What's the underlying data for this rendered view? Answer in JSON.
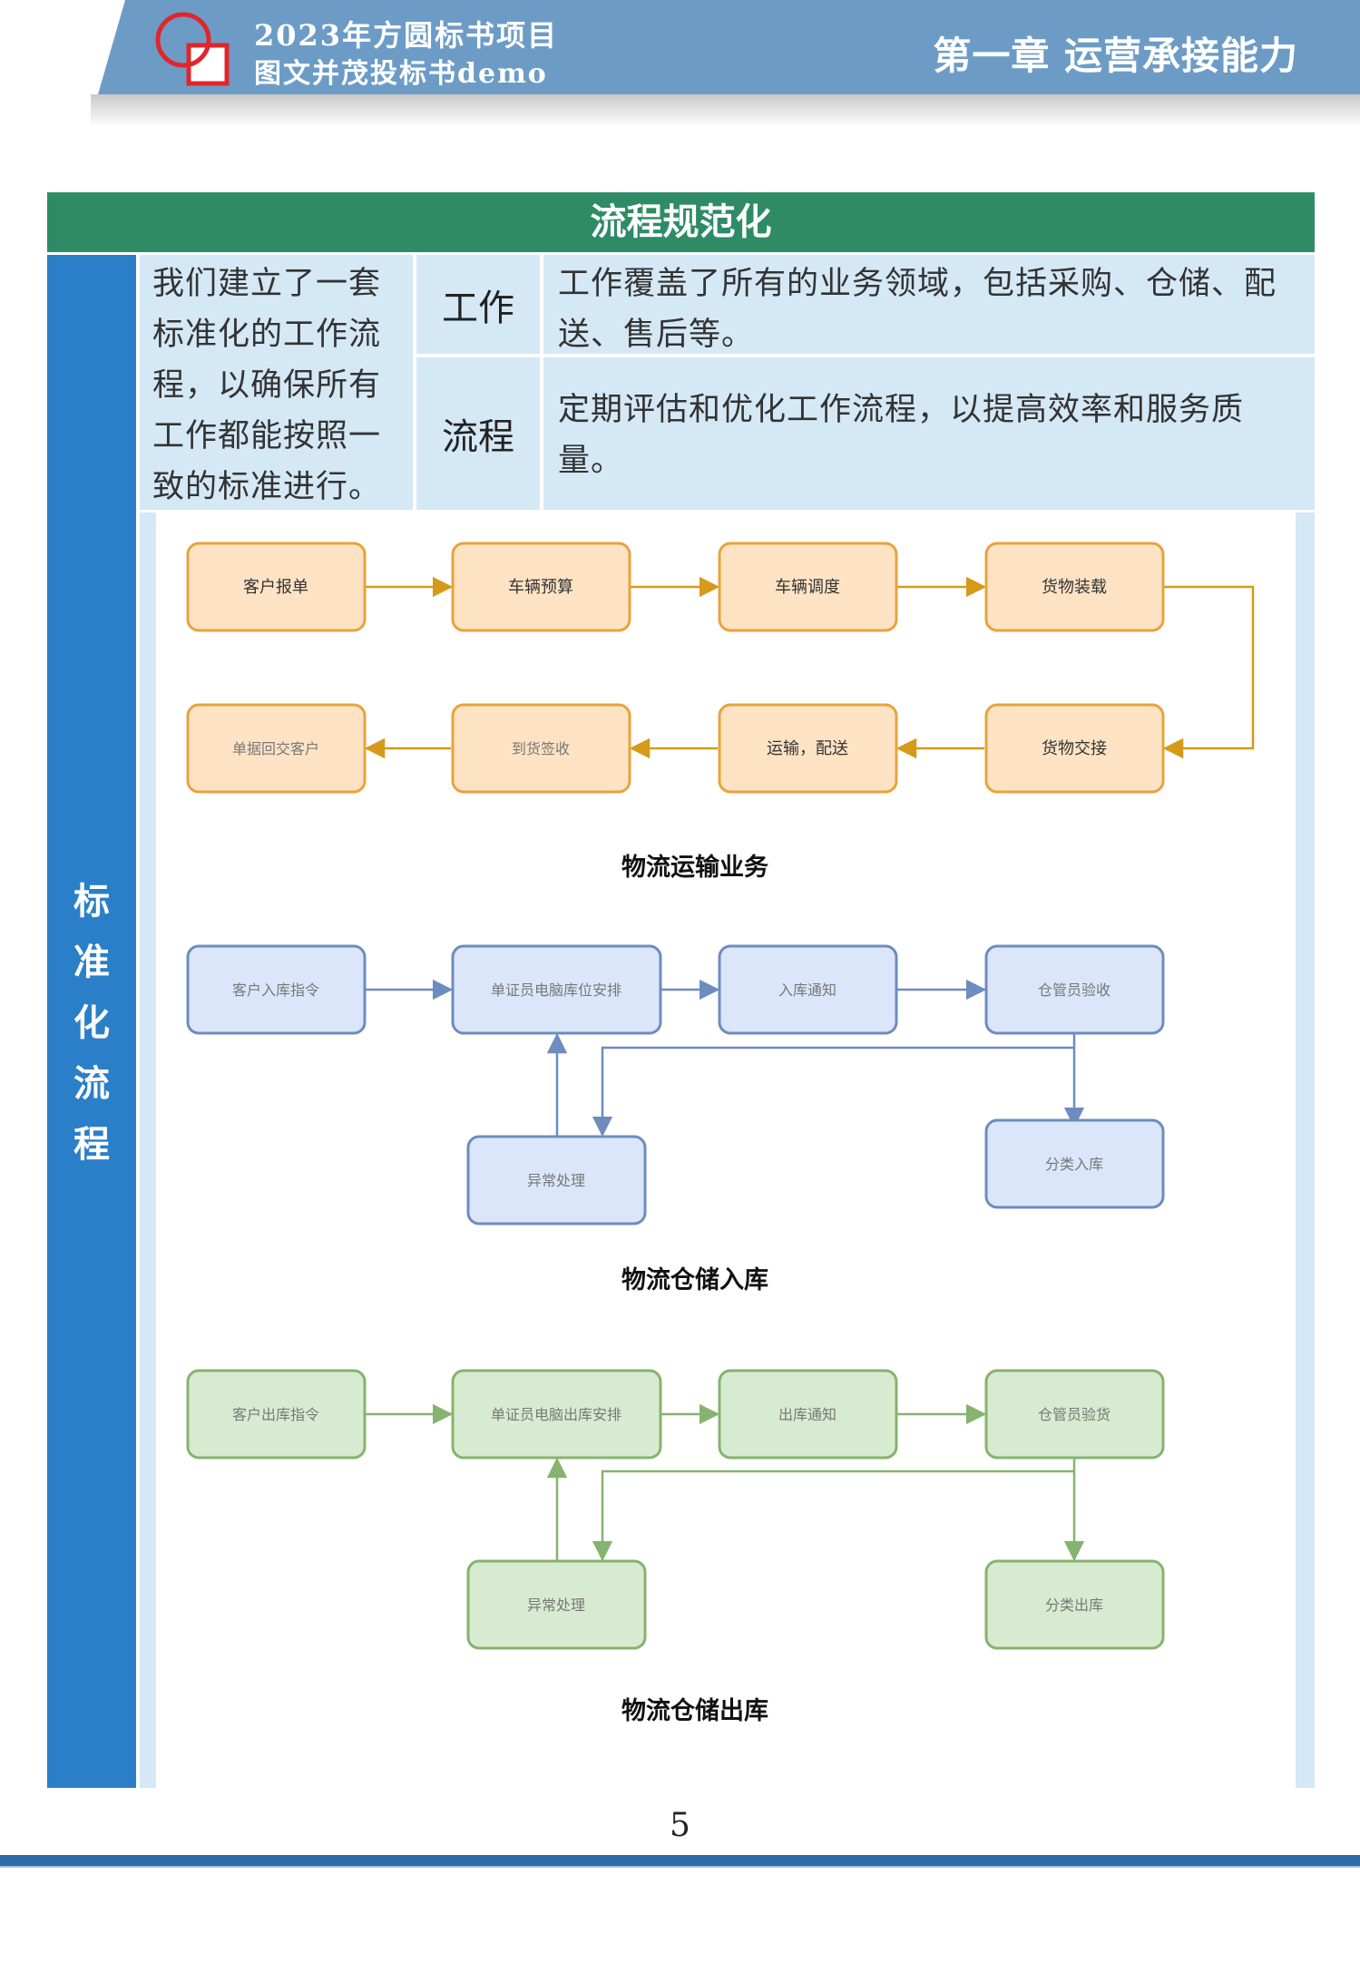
{
  "header": {
    "line1": "2023年方圆标书项目",
    "line2": "图文并茂投标书demo",
    "chapter": "第一章  运营承接能力"
  },
  "section": {
    "title": "流程规范化",
    "side_label": "标准化流程",
    "intro": "我们建立了一套标准化的工作流程，以确保所有工作都能按照一致的标准进行。",
    "rows": [
      {
        "label": "工作",
        "text": "工作覆盖了所有的业务领域，包括采购、仓储、配送、售后等。"
      },
      {
        "label": "流程",
        "text": "定期评估和优化工作流程，以提高效率和服务质量。"
      }
    ]
  },
  "diagrams": {
    "transport": {
      "title": "物流运输业务",
      "nodes": {
        "n1": "客户报单",
        "n2": "车辆预算",
        "n3": "车辆调度",
        "n4": "货物装载",
        "n5": "货物交接",
        "n6": "运输，配送",
        "n7": "到货签收",
        "n8": "单据回交客户"
      }
    },
    "inbound": {
      "title": "物流仓储入库",
      "nodes": {
        "n1": "客户入库指令",
        "n2": "单证员电脑库位安排",
        "n3": "入库通知",
        "n4": "仓管员验收",
        "n5": "异常处理",
        "n6": "分类入库"
      }
    },
    "outbound": {
      "title": "物流仓储出库",
      "nodes": {
        "n1": "客户出库指令",
        "n2": "单证员电脑出库安排",
        "n3": "出库通知",
        "n4": "仓管员验货",
        "n5": "异常处理",
        "n6": "分类出库"
      }
    }
  },
  "page_number": "5",
  "colors": {
    "header_blue": "#6c9cc6",
    "section_green": "#2e8b66",
    "side_blue": "#2a7fc8",
    "cell_bg": "#d5e8f6",
    "orange_fill": "#fde3c4",
    "orange_stroke": "#e8a33c",
    "orange_arrow": "#d59a1a",
    "blue_fill": "#dbe6fa",
    "blue_stroke": "#6d8cbf",
    "green_fill": "#d7ebd0",
    "green_stroke": "#86b36f"
  }
}
